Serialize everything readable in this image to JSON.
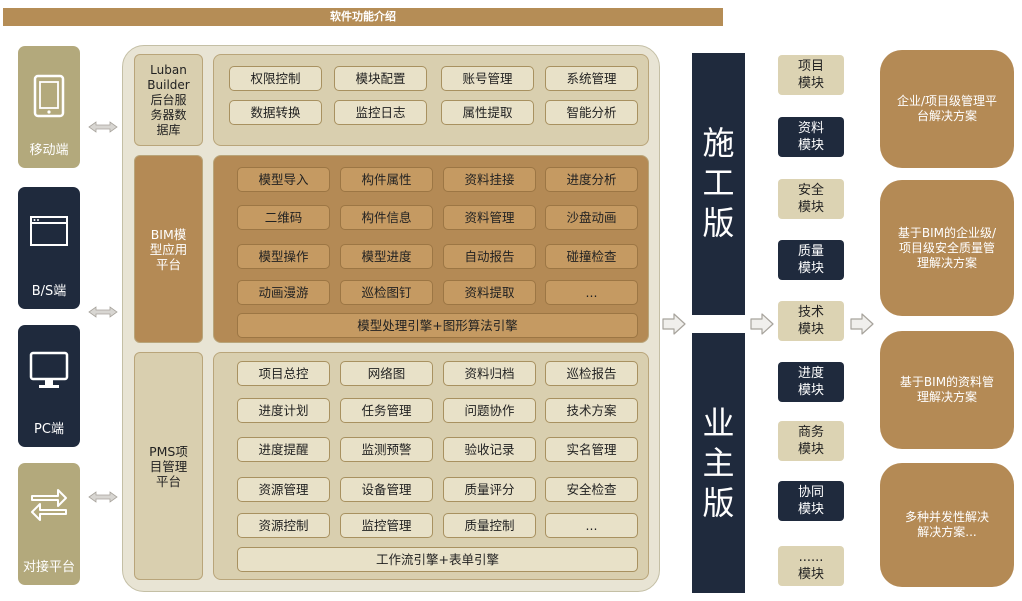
{
  "header": {
    "title": "软件功能介绍"
  },
  "clients": [
    {
      "label": "移动端",
      "icon": "tablet-icon"
    },
    {
      "label": "B/S端",
      "icon": "browser-window-icon"
    },
    {
      "label": "PC端",
      "icon": "monitor-icon"
    },
    {
      "label": "对接平台",
      "icon": "exchange-arrows-icon"
    }
  ],
  "platform": {
    "luban": {
      "label": "Luban\nBuilder\n后台服\n务器数\n据库",
      "modules": [
        "权限控制",
        "模块配置",
        "账号管理",
        "系统管理",
        "数据转换",
        "监控日志",
        "属性提取",
        "智能分析"
      ]
    },
    "bim": {
      "label": "BIM模\n型应用\n平台",
      "modules": [
        "模型导入",
        "构件属性",
        "资料挂接",
        "进度分析",
        "二维码",
        "构件信息",
        "资料管理",
        "沙盘动画",
        "模型操作",
        "模型进度",
        "自动报告",
        "碰撞检查",
        "动画漫游",
        "巡检图钉",
        "资料提取",
        "..."
      ],
      "engine": "模型处理引擎+图形算法引擎"
    },
    "pms": {
      "label": "PMS项\n目管理\n平台",
      "modules": [
        "项目总控",
        "网络图",
        "资料归档",
        "巡检报告",
        "进度计划",
        "任务管理",
        "问题协作",
        "技术方案",
        "进度提醒",
        "监测预警",
        "验收记录",
        "实名管理",
        "资源管理",
        "设备管理",
        "质量评分",
        "安全检查",
        "资源控制",
        "监控管理",
        "质量控制",
        "..."
      ],
      "engine": "工作流引擎+表单引擎"
    }
  },
  "versions": [
    {
      "label": "施\n工\n版"
    },
    {
      "label": "业\n主\n版"
    }
  ],
  "right_modules": [
    {
      "label": "项目\n模块",
      "style": "light"
    },
    {
      "label": "资料\n模块",
      "style": "dark"
    },
    {
      "label": "安全\n模块",
      "style": "light"
    },
    {
      "label": "质量\n模块",
      "style": "dark"
    },
    {
      "label": "技术\n模块",
      "style": "light"
    },
    {
      "label": "进度\n模块",
      "style": "dark"
    },
    {
      "label": "商务\n模块",
      "style": "light"
    },
    {
      "label": "协同\n模块",
      "style": "dark"
    },
    {
      "label": "......\n模块",
      "style": "light"
    }
  ],
  "solutions": [
    {
      "label": "企业/项目级管理平台解决方案"
    },
    {
      "label": "基于BIM的企业级/项目级安全质量管理解决方案"
    },
    {
      "label": "基于BIM的资料管理解决方案"
    },
    {
      "label": "多种并发性解决\n解决方案..."
    }
  ],
  "colors": {
    "tan": "#b48a55",
    "navy": "#1f2a3d",
    "beige": "#d9cfaf",
    "sage": "#b3a97c"
  }
}
